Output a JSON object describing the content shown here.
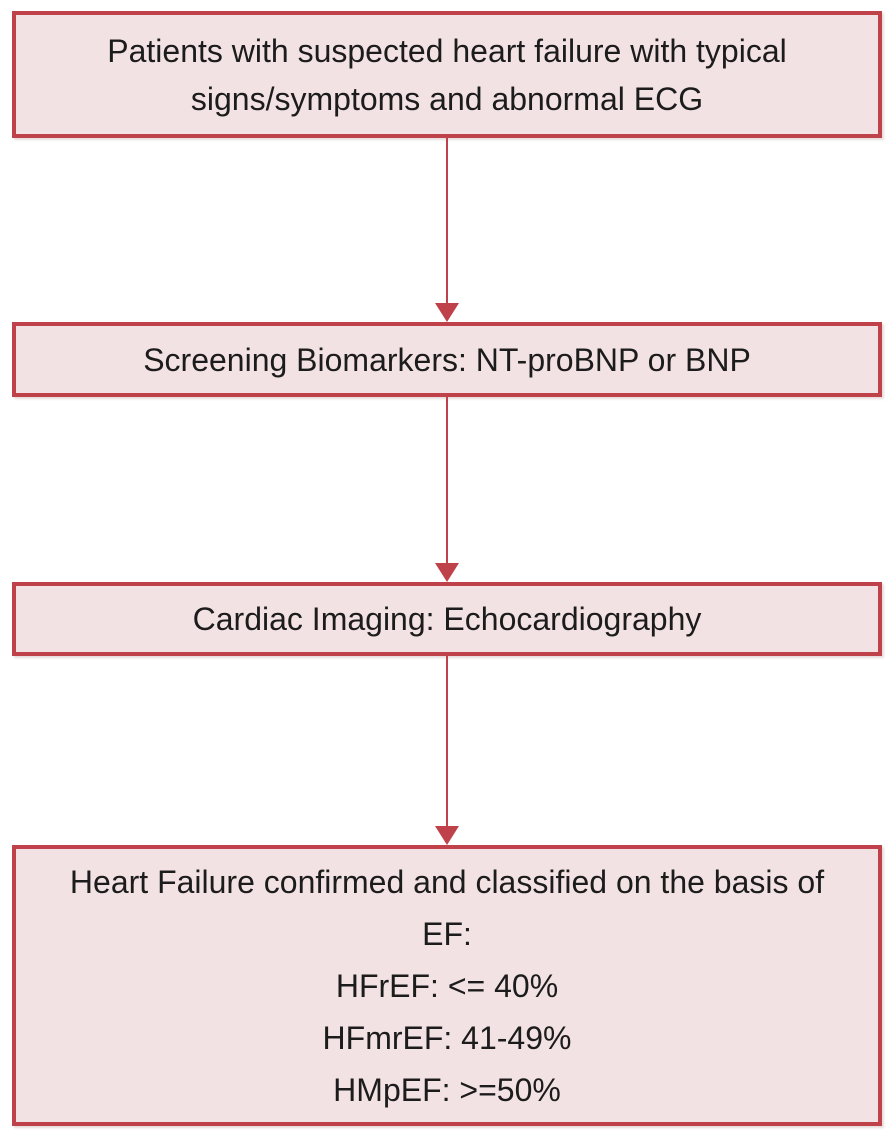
{
  "colors": {
    "background": "#ffffff",
    "box_fill": "#f3e2e3",
    "box_border": "#bf4149",
    "arrow": "#bf4149",
    "text": "#1c1c1c"
  },
  "flowchart": {
    "type": "flowchart",
    "direction": "top-down",
    "nodes": [
      {
        "id": "patients",
        "text": "Patients with suspected heart failure with typical signs/symptoms and abnormal ECG"
      },
      {
        "id": "biomarkers",
        "text": "Screening Biomarkers: NT-proBNP or BNP"
      },
      {
        "id": "imaging",
        "text": "Cardiac Imaging: Echocardiography"
      },
      {
        "id": "classification",
        "lines": [
          "Heart Failure confirmed and classified on the basis of EF:",
          "HFrEF: <= 40%",
          "HFmrEF: 41-49%",
          "HMpEF: >=50%"
        ]
      }
    ],
    "edges": [
      {
        "from": "patients",
        "to": "biomarkers"
      },
      {
        "from": "biomarkers",
        "to": "imaging"
      },
      {
        "from": "imaging",
        "to": "classification"
      }
    ]
  }
}
